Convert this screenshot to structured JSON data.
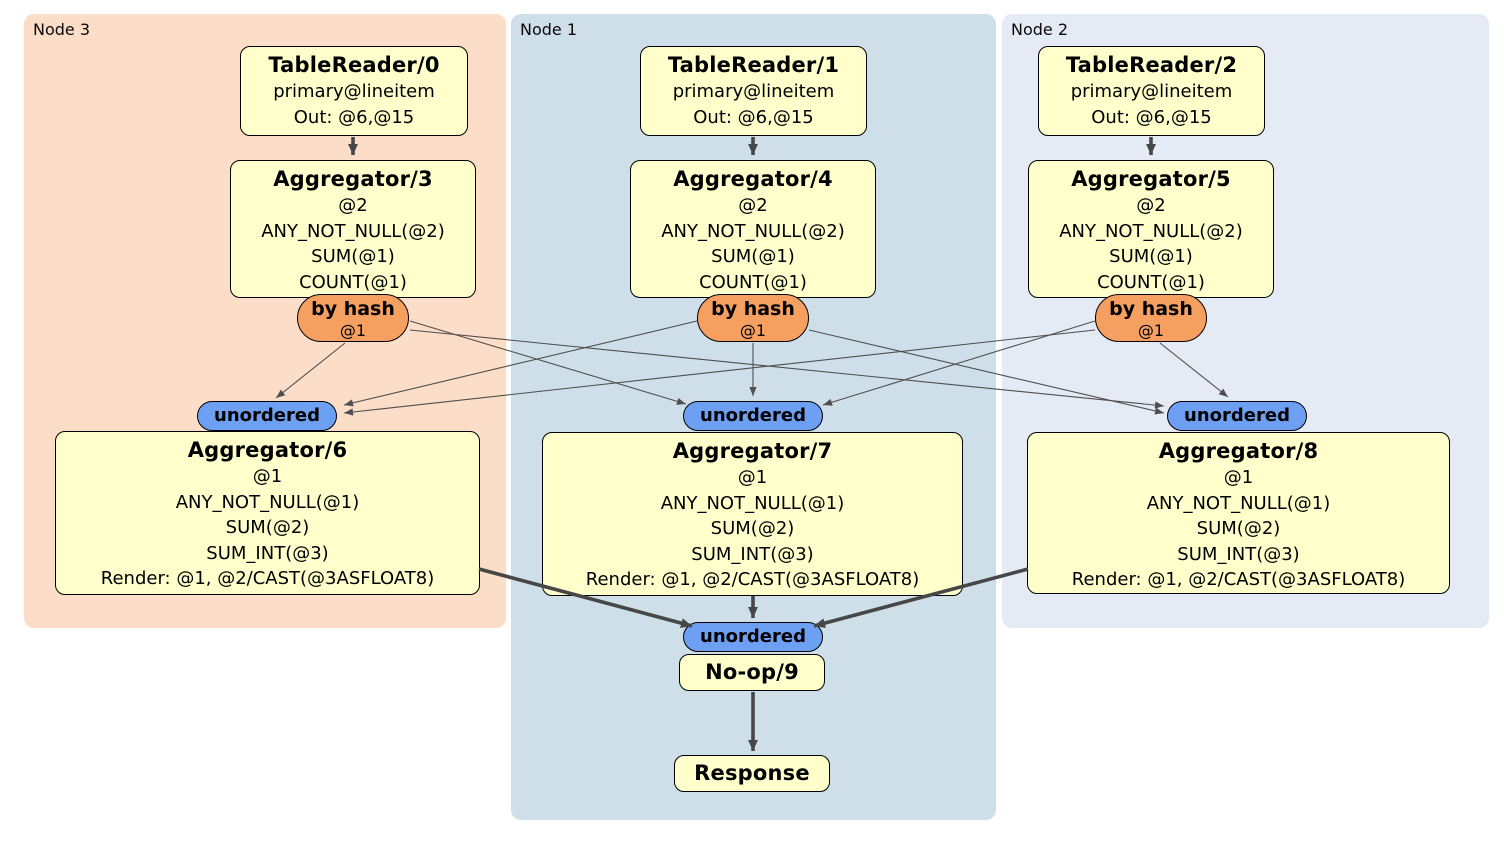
{
  "colors": {
    "page-bg": "#ffffff",
    "region-node3": "#fcddc7",
    "region-node1": "#cfdfe9",
    "region-node2": "#e4ebf5",
    "box-fill": "#ffffcc",
    "box-border": "#000000",
    "byhash-fill": "#f5a060",
    "unordered-fill": "#6d9ff2",
    "edge-thick": "#474747",
    "edge-thin": "#4f4f4f",
    "text": "#000000"
  },
  "regions": [
    {
      "label": "Node 3"
    },
    {
      "label": "Node 1"
    },
    {
      "label": "Node 2"
    }
  ],
  "processors": {
    "tr0": {
      "title": "TableReader/0",
      "lines": [
        "primary@lineitem",
        "Out: @6,@15"
      ]
    },
    "tr1": {
      "title": "TableReader/1",
      "lines": [
        "primary@lineitem",
        "Out: @6,@15"
      ]
    },
    "tr2": {
      "title": "TableReader/2",
      "lines": [
        "primary@lineitem",
        "Out: @6,@15"
      ]
    },
    "agg3": {
      "title": "Aggregator/3",
      "lines": [
        "@2",
        "ANY_NOT_NULL(@2)",
        "SUM(@1)",
        "COUNT(@1)"
      ]
    },
    "agg4": {
      "title": "Aggregator/4",
      "lines": [
        "@2",
        "ANY_NOT_NULL(@2)",
        "SUM(@1)",
        "COUNT(@1)"
      ]
    },
    "agg5": {
      "title": "Aggregator/5",
      "lines": [
        "@2",
        "ANY_NOT_NULL(@2)",
        "SUM(@1)",
        "COUNT(@1)"
      ]
    },
    "agg6": {
      "title": "Aggregator/6",
      "lines": [
        "@1",
        "ANY_NOT_NULL(@1)",
        "SUM(@2)",
        "SUM_INT(@3)",
        "Render: @1, @2/CAST(@3ASFLOAT8)"
      ]
    },
    "agg7": {
      "title": "Aggregator/7",
      "lines": [
        "@1",
        "ANY_NOT_NULL(@1)",
        "SUM(@2)",
        "SUM_INT(@3)",
        "Render: @1, @2/CAST(@3ASFLOAT8)"
      ]
    },
    "agg8": {
      "title": "Aggregator/8",
      "lines": [
        "@1",
        "ANY_NOT_NULL(@1)",
        "SUM(@2)",
        "SUM_INT(@3)",
        "Render: @1, @2/CAST(@3ASFLOAT8)"
      ]
    },
    "noop9": {
      "title": "No-op/9"
    },
    "response": {
      "title": "Response"
    }
  },
  "routers": {
    "by_hash": {
      "label": "by hash",
      "detail": "@1"
    },
    "unordered": {
      "label": "unordered"
    }
  },
  "edges": {
    "thick": [
      {
        "from": "TableReader/0",
        "to": "Aggregator/3"
      },
      {
        "from": "TableReader/1",
        "to": "Aggregator/4"
      },
      {
        "from": "TableReader/2",
        "to": "Aggregator/5"
      },
      {
        "from": "Aggregator/6",
        "to": "unordered@Node1"
      },
      {
        "from": "Aggregator/7",
        "to": "unordered@Node1"
      },
      {
        "from": "Aggregator/8",
        "to": "unordered@Node1"
      },
      {
        "from": "No-op/9",
        "to": "Response"
      }
    ],
    "thin": [
      {
        "from": "by hash@Node3",
        "to": "unordered@Node3"
      },
      {
        "from": "by hash@Node3",
        "to": "unordered@Node1"
      },
      {
        "from": "by hash@Node3",
        "to": "unordered@Node2"
      },
      {
        "from": "by hash@Node1",
        "to": "unordered@Node3"
      },
      {
        "from": "by hash@Node1",
        "to": "unordered@Node1"
      },
      {
        "from": "by hash@Node1",
        "to": "unordered@Node2"
      },
      {
        "from": "by hash@Node2",
        "to": "unordered@Node3"
      },
      {
        "from": "by hash@Node2",
        "to": "unordered@Node1"
      },
      {
        "from": "by hash@Node2",
        "to": "unordered@Node2"
      }
    ]
  }
}
